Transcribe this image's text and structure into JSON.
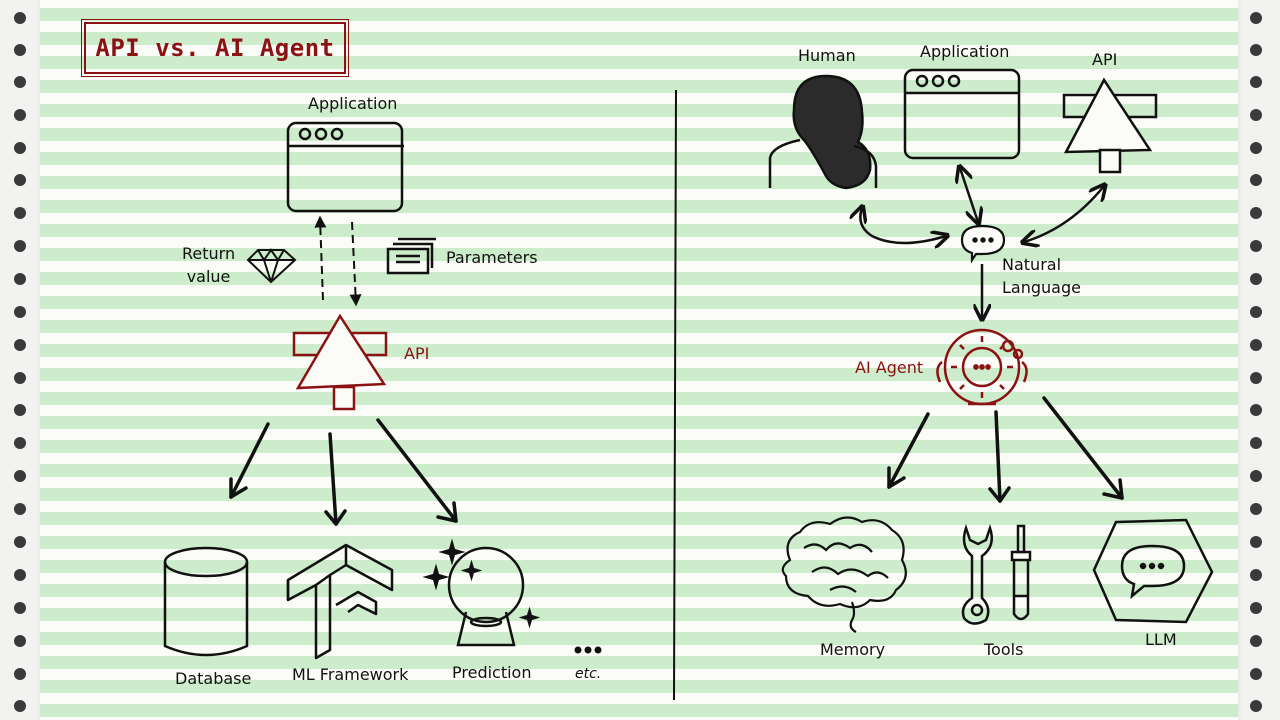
{
  "title": "API vs. AI Agent",
  "left": {
    "application_label": "Application",
    "return_value_label": "Return\nvalue",
    "parameters_label": "Parameters",
    "api_label": "API",
    "targets": {
      "database": "Database",
      "ml_framework": "ML Framework",
      "prediction": "Prediction",
      "etc": "etc."
    }
  },
  "right": {
    "human_label": "Human",
    "application_label": "Application",
    "api_label": "API",
    "natural_language_label": "Natural\nLanguage",
    "ai_agent_label": "AI Agent",
    "targets": {
      "memory": "Memory",
      "tools": "Tools",
      "llm": "LLM"
    }
  },
  "colors": {
    "accent_red": "#8b1212",
    "stripe_green": "#cdeccb",
    "ink": "#111111"
  },
  "icons": [
    "browser-window-icon",
    "api-tree-icon",
    "gem-icon",
    "documents-icon",
    "database-icon",
    "ml-framework-icon",
    "crystal-ball-icon",
    "ellipsis-icon",
    "human-silhouette-icon",
    "chat-bubble-icon",
    "ai-agent-robot-icon",
    "brain-icon",
    "tools-icon",
    "llm-chat-icon"
  ]
}
